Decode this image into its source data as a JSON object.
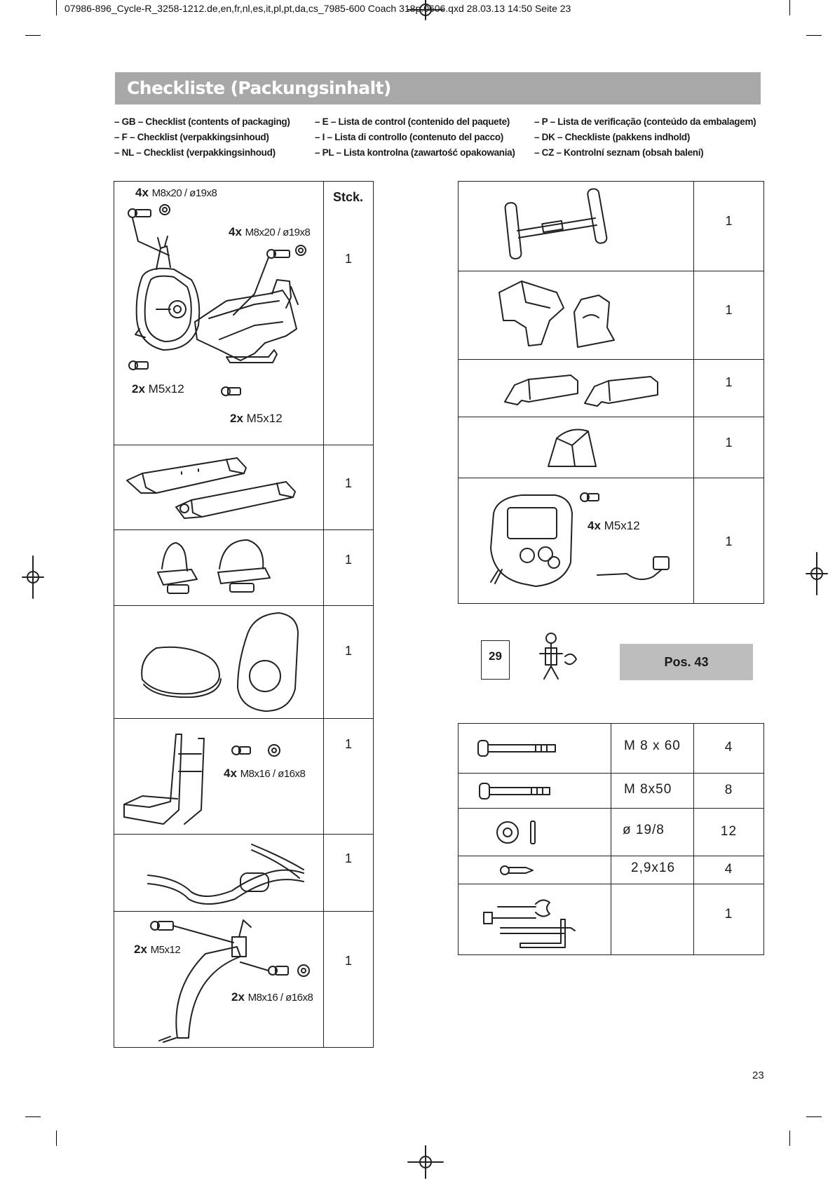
{
  "slug": "07986-896_Cycle-R_3258-1212.de,en,fr,nl,es,it,pl,pt,da,cs_7985-600 Coach 318p.0606.qxd  28.03.13  14:50  Seite 23",
  "title": "Checkliste (Packungsinhalt)",
  "languages": {
    "col1": [
      "– GB – Checklist (contents of packaging)",
      " – F –  Checklist (verpakkingsinhoud)",
      "– NL – Checklist (verpakkingsinhoud)"
    ],
    "col2": [
      "– E –  Lista de control (contenido del paquete)",
      "– I –  Lista di controllo (contenuto del pacco)",
      "– PL – Lista kontrolna (zawartość opakowania)"
    ],
    "col3": [
      "– P –  Lista de verificação (conteúdo da embalagem)",
      "– DK – Checkliste (pakkens indhold)",
      "– CZ – Kontrolní seznam (obsah balení)"
    ]
  },
  "left_table": {
    "header": "Stck.",
    "rows": [
      {
        "item": "main-frame",
        "qty": "1",
        "labels": {
          "a_mult": "4x",
          "a_spec": "M8x20 / ø19x8",
          "b_mult": "4x",
          "b_spec": "M8x20 / ø19x8",
          "c_mult": "2x",
          "c_spec": "M5x12",
          "d_mult": "2x",
          "d_spec": "M5x12"
        }
      },
      {
        "item": "stabilizer-feet",
        "qty": "1"
      },
      {
        "item": "pedals",
        "qty": "1"
      },
      {
        "item": "seat-and-backrest",
        "qty": "1"
      },
      {
        "item": "seat-rail",
        "qty": "1",
        "labels": {
          "mult": "4x",
          "spec": "M8x16 / ø16x8"
        }
      },
      {
        "item": "side-handlebar",
        "qty": "1"
      },
      {
        "item": "handlebar-post",
        "qty": "1",
        "labels": {
          "a_mult": "2x",
          "a_spec": "M5x12",
          "b_mult": "2x",
          "b_spec": "M8x16 / ø16x8"
        }
      }
    ]
  },
  "right_table": {
    "rows": [
      {
        "item": "front-handlebar",
        "qty": "1"
      },
      {
        "item": "frame-covers",
        "qty": "1"
      },
      {
        "item": "end-caps",
        "qty": "1"
      },
      {
        "item": "post-cover",
        "qty": "1"
      },
      {
        "item": "console",
        "qty": "1",
        "labels": {
          "mult": "4x",
          "spec": "M5x12"
        }
      }
    ]
  },
  "pos_badge": {
    "page": "29",
    "pos": "Pos. 43"
  },
  "hardware_table": [
    {
      "item": "bolt-m8x60",
      "spec": "M 8 x 60",
      "qty": "4"
    },
    {
      "item": "bolt-m8x50",
      "spec": "M 8x50",
      "qty": "8"
    },
    {
      "item": "washer",
      "spec": "ø 19/8",
      "qty": "12"
    },
    {
      "item": "screw",
      "spec": "2,9x16",
      "qty": "4"
    },
    {
      "item": "tools",
      "spec": "",
      "qty": "1"
    }
  ],
  "page_number": "23"
}
